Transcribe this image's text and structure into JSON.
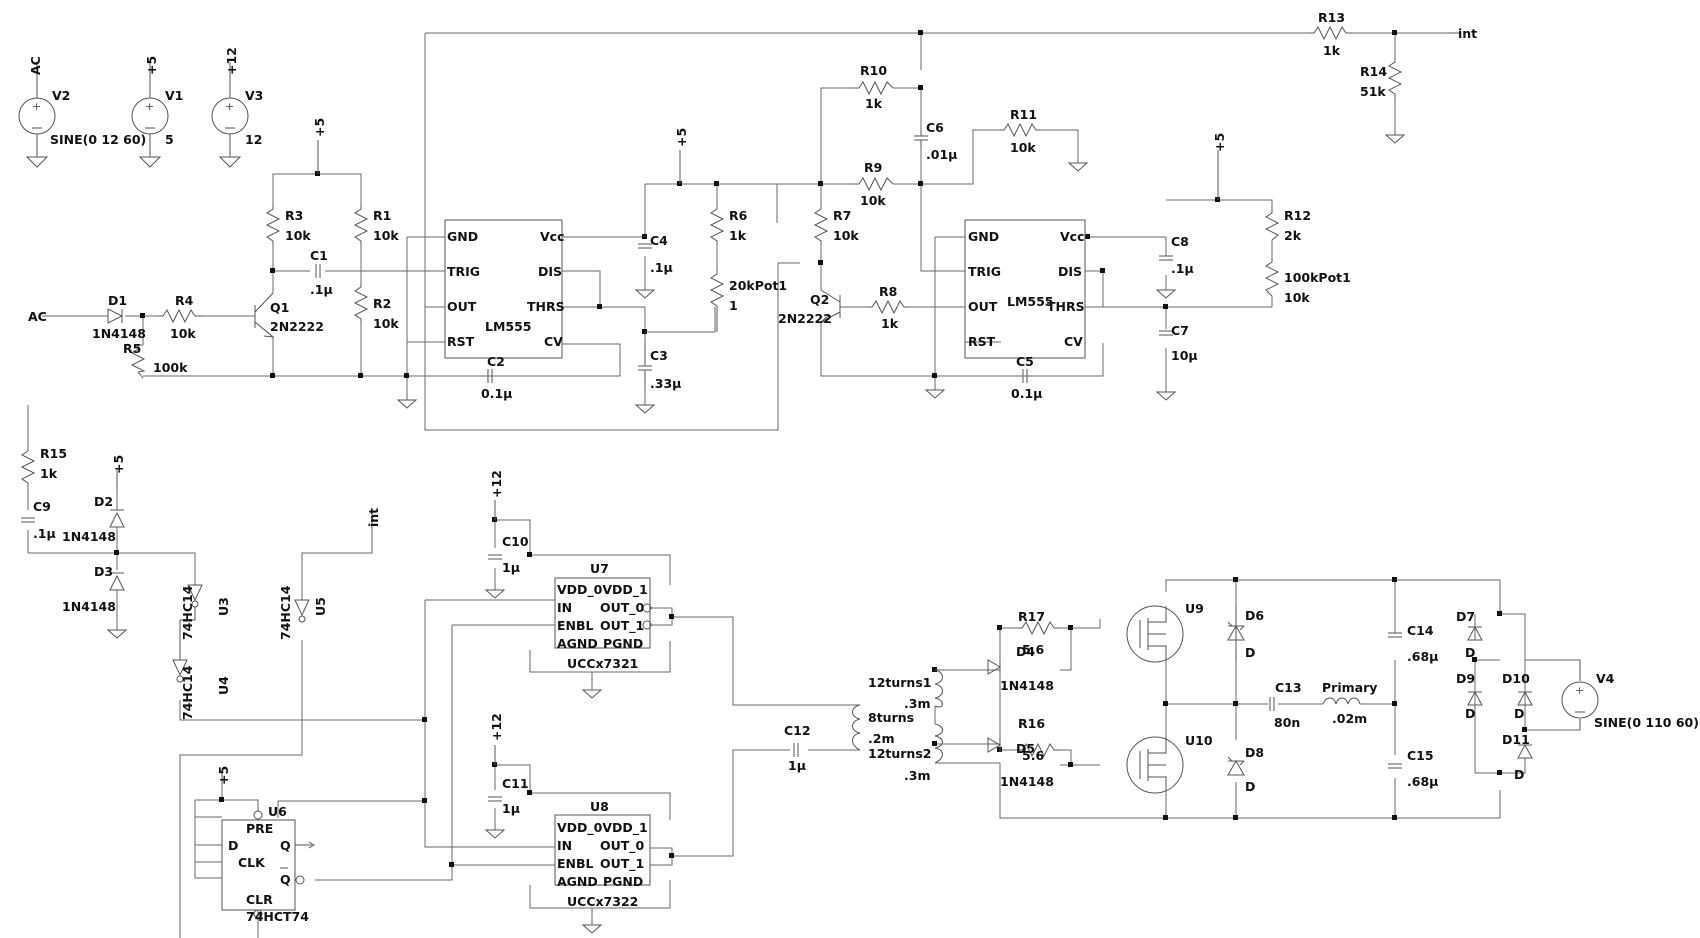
{
  "labels": [
    {
      "id": "lbl-ac-top",
      "text": "AC"
    },
    {
      "id": "lbl-v2",
      "text": "V2"
    },
    {
      "id": "lbl-v2-val",
      "text": "SINE(0 12 60)"
    },
    {
      "id": "lbl-p5-v1",
      "text": "+5"
    },
    {
      "id": "lbl-v1",
      "text": "V1"
    },
    {
      "id": "lbl-v1-val",
      "text": "5"
    },
    {
      "id": "lbl-p12-v3",
      "text": "+12"
    },
    {
      "id": "lbl-v3",
      "text": "V3"
    },
    {
      "id": "lbl-v3-val",
      "text": "12"
    },
    {
      "id": "lbl-p5-q1",
      "text": "+5"
    },
    {
      "id": "lbl-r3",
      "text": "R3"
    },
    {
      "id": "lbl-r3-val",
      "text": "10k"
    },
    {
      "id": "lbl-r1",
      "text": "R1"
    },
    {
      "id": "lbl-r1-val",
      "text": "10k"
    },
    {
      "id": "lbl-c1",
      "text": "C1"
    },
    {
      "id": "lbl-c1-val",
      "text": ".1µ"
    },
    {
      "id": "lbl-r2",
      "text": "R2"
    },
    {
      "id": "lbl-r2-val",
      "text": "10k"
    },
    {
      "id": "lbl-ac-in",
      "text": "AC"
    },
    {
      "id": "lbl-d1",
      "text": "D1"
    },
    {
      "id": "lbl-d1-val",
      "text": "1N4148"
    },
    {
      "id": "lbl-r4",
      "text": "R4"
    },
    {
      "id": "lbl-r4-val",
      "text": "10k"
    },
    {
      "id": "lbl-q1",
      "text": "Q1"
    },
    {
      "id": "lbl-q1-val",
      "text": "2N2222"
    },
    {
      "id": "lbl-r5",
      "text": "R5"
    },
    {
      "id": "lbl-r5-val",
      "text": "100k"
    },
    {
      "id": "lbl-u1-gnd",
      "text": "GND"
    },
    {
      "id": "lbl-u1-vcc",
      "text": "Vcc"
    },
    {
      "id": "lbl-u1-trig",
      "text": "TRIG"
    },
    {
      "id": "lbl-u1-dis",
      "text": "DIS"
    },
    {
      "id": "lbl-u1-out",
      "text": "OUT"
    },
    {
      "id": "lbl-u1-thrs",
      "text": "THRS"
    },
    {
      "id": "lbl-u1-name",
      "text": "LM555"
    },
    {
      "id": "lbl-u1-rst",
      "text": "RST"
    },
    {
      "id": "lbl-u1-cv",
      "text": "CV"
    },
    {
      "id": "lbl-c2",
      "text": "C2"
    },
    {
      "id": "lbl-c2-val",
      "text": "0.1µ"
    },
    {
      "id": "lbl-p5-mid",
      "text": "+5"
    },
    {
      "id": "lbl-c4",
      "text": "C4"
    },
    {
      "id": "lbl-c4-val",
      "text": ".1µ"
    },
    {
      "id": "lbl-r6",
      "text": "R6"
    },
    {
      "id": "lbl-r6-val",
      "text": "1k"
    },
    {
      "id": "lbl-pot1",
      "text": "20kPot1"
    },
    {
      "id": "lbl-pot1-val",
      "text": "1"
    },
    {
      "id": "lbl-c3",
      "text": "C3"
    },
    {
      "id": "lbl-c3-val",
      "text": ".33µ"
    },
    {
      "id": "lbl-r10",
      "text": "R10"
    },
    {
      "id": "lbl-r10-val",
      "text": "1k"
    },
    {
      "id": "lbl-c6",
      "text": "C6"
    },
    {
      "id": "lbl-c6-val",
      "text": ".01µ"
    },
    {
      "id": "lbl-r11",
      "text": "R11"
    },
    {
      "id": "lbl-r11-val",
      "text": "10k"
    },
    {
      "id": "lbl-r9",
      "text": "R9"
    },
    {
      "id": "lbl-r9-val",
      "text": "10k"
    },
    {
      "id": "lbl-r7",
      "text": "R7"
    },
    {
      "id": "lbl-r7-val",
      "text": "10k"
    },
    {
      "id": "lbl-q2",
      "text": "Q2"
    },
    {
      "id": "lbl-q2-val",
      "text": "2N2222"
    },
    {
      "id": "lbl-r8",
      "text": "R8"
    },
    {
      "id": "lbl-r8-val",
      "text": "1k"
    },
    {
      "id": "lbl-r13",
      "text": "R13"
    },
    {
      "id": "lbl-r13-val",
      "text": "1k"
    },
    {
      "id": "lbl-int-top",
      "text": "int"
    },
    {
      "id": "lbl-r14",
      "text": "R14"
    },
    {
      "id": "lbl-r14-val",
      "text": "51k"
    },
    {
      "id": "lbl-u2-gnd",
      "text": "GND"
    },
    {
      "id": "lbl-u2-vcc",
      "text": "Vcc"
    },
    {
      "id": "lbl-u2-trig",
      "text": "TRIG"
    },
    {
      "id": "lbl-u2-dis",
      "text": "DIS"
    },
    {
      "id": "lbl-u2-out",
      "text": "OUT"
    },
    {
      "id": "lbl-u2-thrs",
      "text": "THRS"
    },
    {
      "id": "lbl-u2-name",
      "text": "LM555"
    },
    {
      "id": "lbl-u2-rst",
      "text": "RST"
    },
    {
      "id": "lbl-u2-cv",
      "text": "CV"
    },
    {
      "id": "lbl-c5",
      "text": "C5"
    },
    {
      "id": "lbl-c5-val",
      "text": "0.1µ"
    },
    {
      "id": "lbl-p5-r12",
      "text": "+5"
    },
    {
      "id": "lbl-c8",
      "text": "C8"
    },
    {
      "id": "lbl-c8-val",
      "text": ".1µ"
    },
    {
      "id": "lbl-r12",
      "text": "R12"
    },
    {
      "id": "lbl-r12-val",
      "text": "2k"
    },
    {
      "id": "lbl-pot2",
      "text": "100kPot1"
    },
    {
      "id": "lbl-pot2-val",
      "text": "10k"
    },
    {
      "id": "lbl-c7",
      "text": "C7"
    },
    {
      "id": "lbl-c7-val",
      "text": "10µ"
    },
    {
      "id": "lbl-r15",
      "text": "R15"
    },
    {
      "id": "lbl-r15-val",
      "text": "1k"
    },
    {
      "id": "lbl-p5-d2",
      "text": "+5"
    },
    {
      "id": "lbl-d2",
      "text": "D2"
    },
    {
      "id": "lbl-d2-val",
      "text": "1N4148"
    },
    {
      "id": "lbl-c9",
      "text": "C9"
    },
    {
      "id": "lbl-c9-val",
      "text": ".1µ"
    },
    {
      "id": "lbl-d3",
      "text": "D3"
    },
    {
      "id": "lbl-d3-val",
      "text": "1N4148"
    },
    {
      "id": "lbl-u3-val",
      "text": "74HC14"
    },
    {
      "id": "lbl-u3",
      "text": "U3"
    },
    {
      "id": "lbl-int-bot",
      "text": "int"
    },
    {
      "id": "lbl-u5-val",
      "text": "74HC14"
    },
    {
      "id": "lbl-u5",
      "text": "U5"
    },
    {
      "id": "lbl-u4-val",
      "text": "74HC14"
    },
    {
      "id": "lbl-u4",
      "text": "U4"
    },
    {
      "id": "lbl-p12-c10",
      "text": "+12"
    },
    {
      "id": "lbl-c10",
      "text": "C10"
    },
    {
      "id": "lbl-c10-val",
      "text": "1µ"
    },
    {
      "id": "lbl-u7",
      "text": "U7"
    },
    {
      "id": "lbl-u7-vdd",
      "text": "VDD_0VDD_1"
    },
    {
      "id": "lbl-u7-in",
      "text": "IN"
    },
    {
      "id": "lbl-u7-out0",
      "text": "OUT_0"
    },
    {
      "id": "lbl-u7-enbl",
      "text": "ENBL"
    },
    {
      "id": "lbl-u7-out1",
      "text": "OUT_1"
    },
    {
      "id": "lbl-u7-agnd",
      "text": "AGND"
    },
    {
      "id": "lbl-u7-pgnd",
      "text": "PGND"
    },
    {
      "id": "lbl-u7-val",
      "text": "UCCx7321"
    },
    {
      "id": "lbl-p12-c11",
      "text": "+12"
    },
    {
      "id": "lbl-c11",
      "text": "C11"
    },
    {
      "id": "lbl-c11-val",
      "text": "1µ"
    },
    {
      "id": "lbl-u8",
      "text": "U8"
    },
    {
      "id": "lbl-u8-vdd",
      "text": "VDD_0VDD_1"
    },
    {
      "id": "lbl-u8-in",
      "text": "IN"
    },
    {
      "id": "lbl-u8-out0",
      "text": "OUT_0"
    },
    {
      "id": "lbl-u8-enbl",
      "text": "ENBL"
    },
    {
      "id": "lbl-u8-out1",
      "text": "OUT_1"
    },
    {
      "id": "lbl-u8-agnd",
      "text": "AGND"
    },
    {
      "id": "lbl-u8-pgnd",
      "text": "PGND"
    },
    {
      "id": "lbl-u8-val",
      "text": "UCCx7322"
    },
    {
      "id": "lbl-p5-u6",
      "text": "+5"
    },
    {
      "id": "lbl-u6",
      "text": "U6"
    },
    {
      "id": "lbl-u6-pre",
      "text": "PRE"
    },
    {
      "id": "lbl-u6-d",
      "text": "D"
    },
    {
      "id": "lbl-u6-q",
      "text": "Q"
    },
    {
      "id": "lbl-u6-clk",
      "text": "CLK"
    },
    {
      "id": "lbl-u6-qbar",
      "text": "Q"
    },
    {
      "id": "lbl-u6-clr",
      "text": "CLR"
    },
    {
      "id": "lbl-u6-val",
      "text": "74HCT74"
    },
    {
      "id": "lbl-c12",
      "text": "C12"
    },
    {
      "id": "lbl-c12-val",
      "text": "1µ"
    },
    {
      "id": "lbl-l1",
      "text": "12turns1"
    },
    {
      "id": "lbl-l1-val",
      "text": ".3m"
    },
    {
      "id": "lbl-l3",
      "text": "8turns"
    },
    {
      "id": "lbl-l3-val",
      "text": ".2m"
    },
    {
      "id": "lbl-l2",
      "text": "12turns2"
    },
    {
      "id": "lbl-l2-val",
      "text": ".3m"
    },
    {
      "id": "lbl-r17",
      "text": "R17"
    },
    {
      "id": "lbl-r17-val",
      "text": "5.6"
    },
    {
      "id": "lbl-d4",
      "text": "D4"
    },
    {
      "id": "lbl-d4-val",
      "text": "1N4148"
    },
    {
      "id": "lbl-r16",
      "text": "R16"
    },
    {
      "id": "lbl-r16-val",
      "text": "5.6"
    },
    {
      "id": "lbl-d5",
      "text": "D5"
    },
    {
      "id": "lbl-d5-val",
      "text": "1N4148"
    },
    {
      "id": "lbl-u9",
      "text": "U9"
    },
    {
      "id": "lbl-u10",
      "text": "U10"
    },
    {
      "id": "lbl-d6",
      "text": "D6"
    },
    {
      "id": "lbl-d6-val",
      "text": "D"
    },
    {
      "id": "lbl-d8",
      "text": "D8"
    },
    {
      "id": "lbl-d8-val",
      "text": "D"
    },
    {
      "id": "lbl-c13",
      "text": "C13"
    },
    {
      "id": "lbl-c13-val",
      "text": "80n"
    },
    {
      "id": "lbl-primary",
      "text": "Primary"
    },
    {
      "id": "lbl-primary-val",
      "text": ".02m"
    },
    {
      "id": "lbl-c14",
      "text": "C14"
    },
    {
      "id": "lbl-c14-val",
      "text": ".68µ"
    },
    {
      "id": "lbl-c15",
      "text": "C15"
    },
    {
      "id": "lbl-c15-val",
      "text": ".68µ"
    },
    {
      "id": "lbl-d7",
      "text": "D7"
    },
    {
      "id": "lbl-d7-val",
      "text": "D"
    },
    {
      "id": "lbl-d9",
      "text": "D9"
    },
    {
      "id": "lbl-d9-val",
      "text": "D"
    },
    {
      "id": "lbl-d10",
      "text": "D10"
    },
    {
      "id": "lbl-d10-val",
      "text": "D"
    },
    {
      "id": "lbl-d11",
      "text": "D11"
    },
    {
      "id": "lbl-d11-val",
      "text": "D"
    },
    {
      "id": "lbl-v4",
      "text": "V4"
    },
    {
      "id": "lbl-v4-val",
      "text": "SINE(0 110 60)"
    }
  ],
  "colors": {
    "wire": "#6a6a6a",
    "component": "#555555",
    "text": "#111111",
    "background": "#ffffff"
  }
}
